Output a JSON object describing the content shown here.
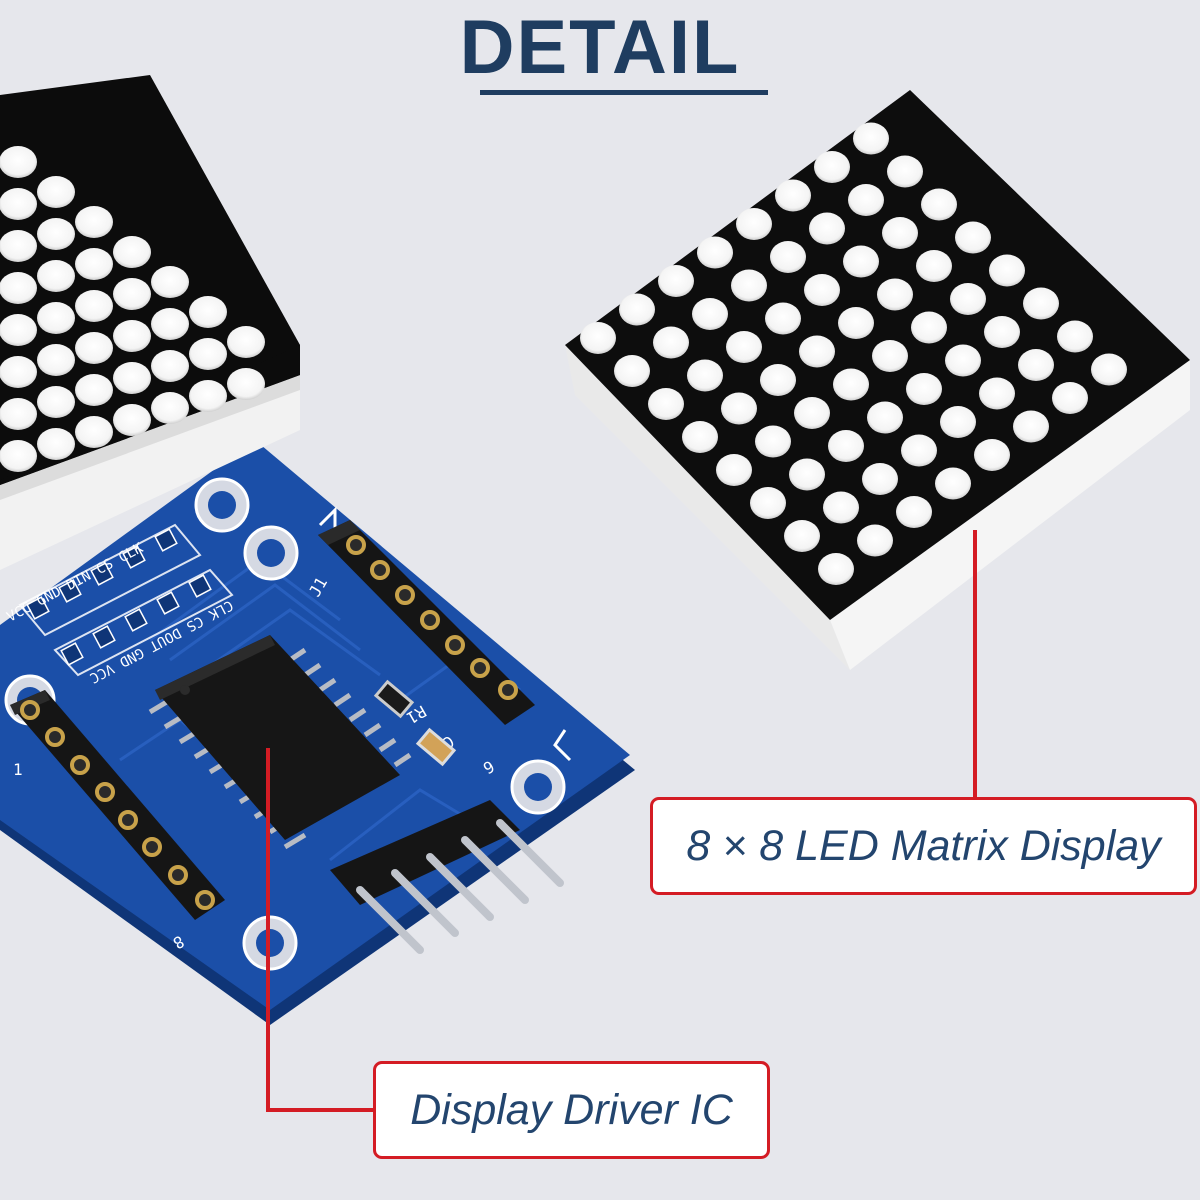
{
  "title": "DETAIL",
  "callouts": {
    "matrix": "8 × 8 LED Matrix Display",
    "driver": "Display Driver IC"
  },
  "pcb": {
    "header_top_labels": "VCC GND DIN CS CLK",
    "header_bottom_labels": "CLK CS DOUT GND VCC",
    "j_label": "J1",
    "r_label": "R1",
    "c_label": "C1",
    "pin_1": "1",
    "pin_6": "6",
    "pin_8": "8"
  },
  "colors": {
    "title": "#1f3d60",
    "callout_border": "#d41c24",
    "callout_text": "#23456e",
    "pcb": "#1b4fa8",
    "background": "#e6e7ec"
  }
}
